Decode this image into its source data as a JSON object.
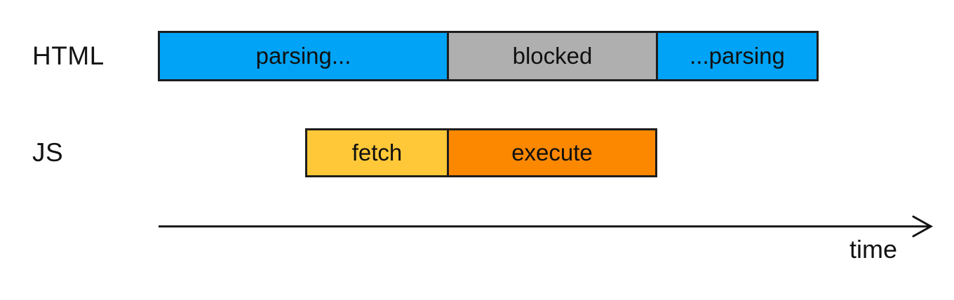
{
  "diagram": {
    "rows": [
      {
        "label": "HTML",
        "segments": [
          {
            "label": "parsing...",
            "color": "#00A3F5"
          },
          {
            "label": "blocked",
            "color": "#AFAFAF"
          },
          {
            "label": "...parsing",
            "color": "#00A3F5"
          }
        ]
      },
      {
        "label": "JS",
        "segments": [
          {
            "label": "fetch",
            "color": "#FFC838"
          },
          {
            "label": "execute",
            "color": "#FC8800"
          }
        ]
      }
    ],
    "axis": {
      "label": "time"
    },
    "colors": {
      "border": "#1D1D1D",
      "text": "#111111",
      "background": "#FFFFFF",
      "axis_stroke": "#131313"
    }
  }
}
